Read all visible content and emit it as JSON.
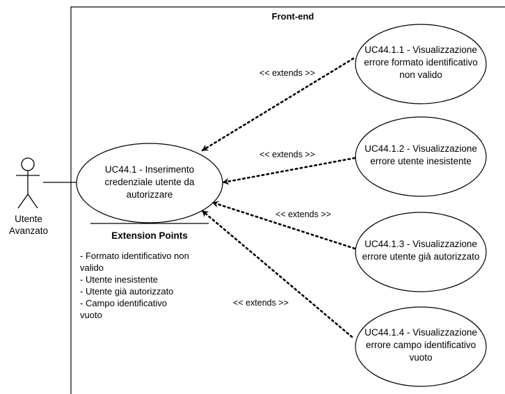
{
  "system_boundary": {
    "title": "Front-end"
  },
  "actor": {
    "label_line1": "Utente",
    "label_line2": "Avanzato"
  },
  "main_use_case": {
    "lines": [
      "UC44.1 - Inserimento",
      "credenziale utente da",
      "autorizzare"
    ]
  },
  "extension_points": {
    "title": "Extension Points",
    "lines": [
      "- Formato identificativo non",
      "valido",
      "- Utente inesistente",
      "- Utente già autorizzato",
      "- Campo identificativo",
      "vuoto"
    ]
  },
  "extending_use_cases": [
    {
      "lines": [
        "UC44.1.1 - Visualizzazione",
        "errore formato identificativo",
        "non valido"
      ]
    },
    {
      "lines": [
        "UC44.1.2 - Visualizzazione",
        "errore utente inesistente"
      ]
    },
    {
      "lines": [
        "UC44.1.3 - Visualizzazione",
        "errore utente già autorizzato"
      ]
    },
    {
      "lines": [
        "UC44.1.4 - Visualizzazione",
        "errore campo identificativo",
        "vuoto"
      ]
    }
  ],
  "extend_relations": [
    {
      "label": "<< extends >>"
    },
    {
      "label": "<< extends >>"
    },
    {
      "label": "<< extends >>"
    },
    {
      "label": "<< extends >>"
    }
  ]
}
